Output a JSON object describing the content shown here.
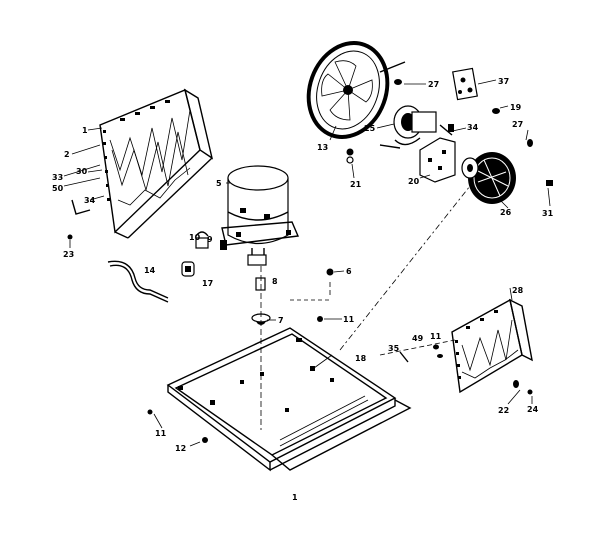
{
  "callouts": {
    "c1": "1",
    "c2": "2",
    "c33": "33",
    "c50": "50",
    "c30": "30",
    "c34a": "34",
    "c23": "23",
    "c13": "13",
    "c27a": "27",
    "c37": "37",
    "c25": "25",
    "c21": "21",
    "c19": "19",
    "c34b": "34",
    "c27b": "27",
    "c20": "20",
    "c26": "26",
    "c31": "31",
    "c5": "5",
    "c10": "10",
    "c9": "9",
    "c17": "17",
    "c14": "14",
    "c8": "8",
    "c6": "6",
    "c7": "7",
    "c11a": "11",
    "c18": "18",
    "c11b": "11",
    "c12": "12",
    "c28": "28",
    "c35": "35",
    "c49": "49",
    "c11c": "11",
    "c22": "22",
    "c24": "24",
    "c1b": "1"
  }
}
